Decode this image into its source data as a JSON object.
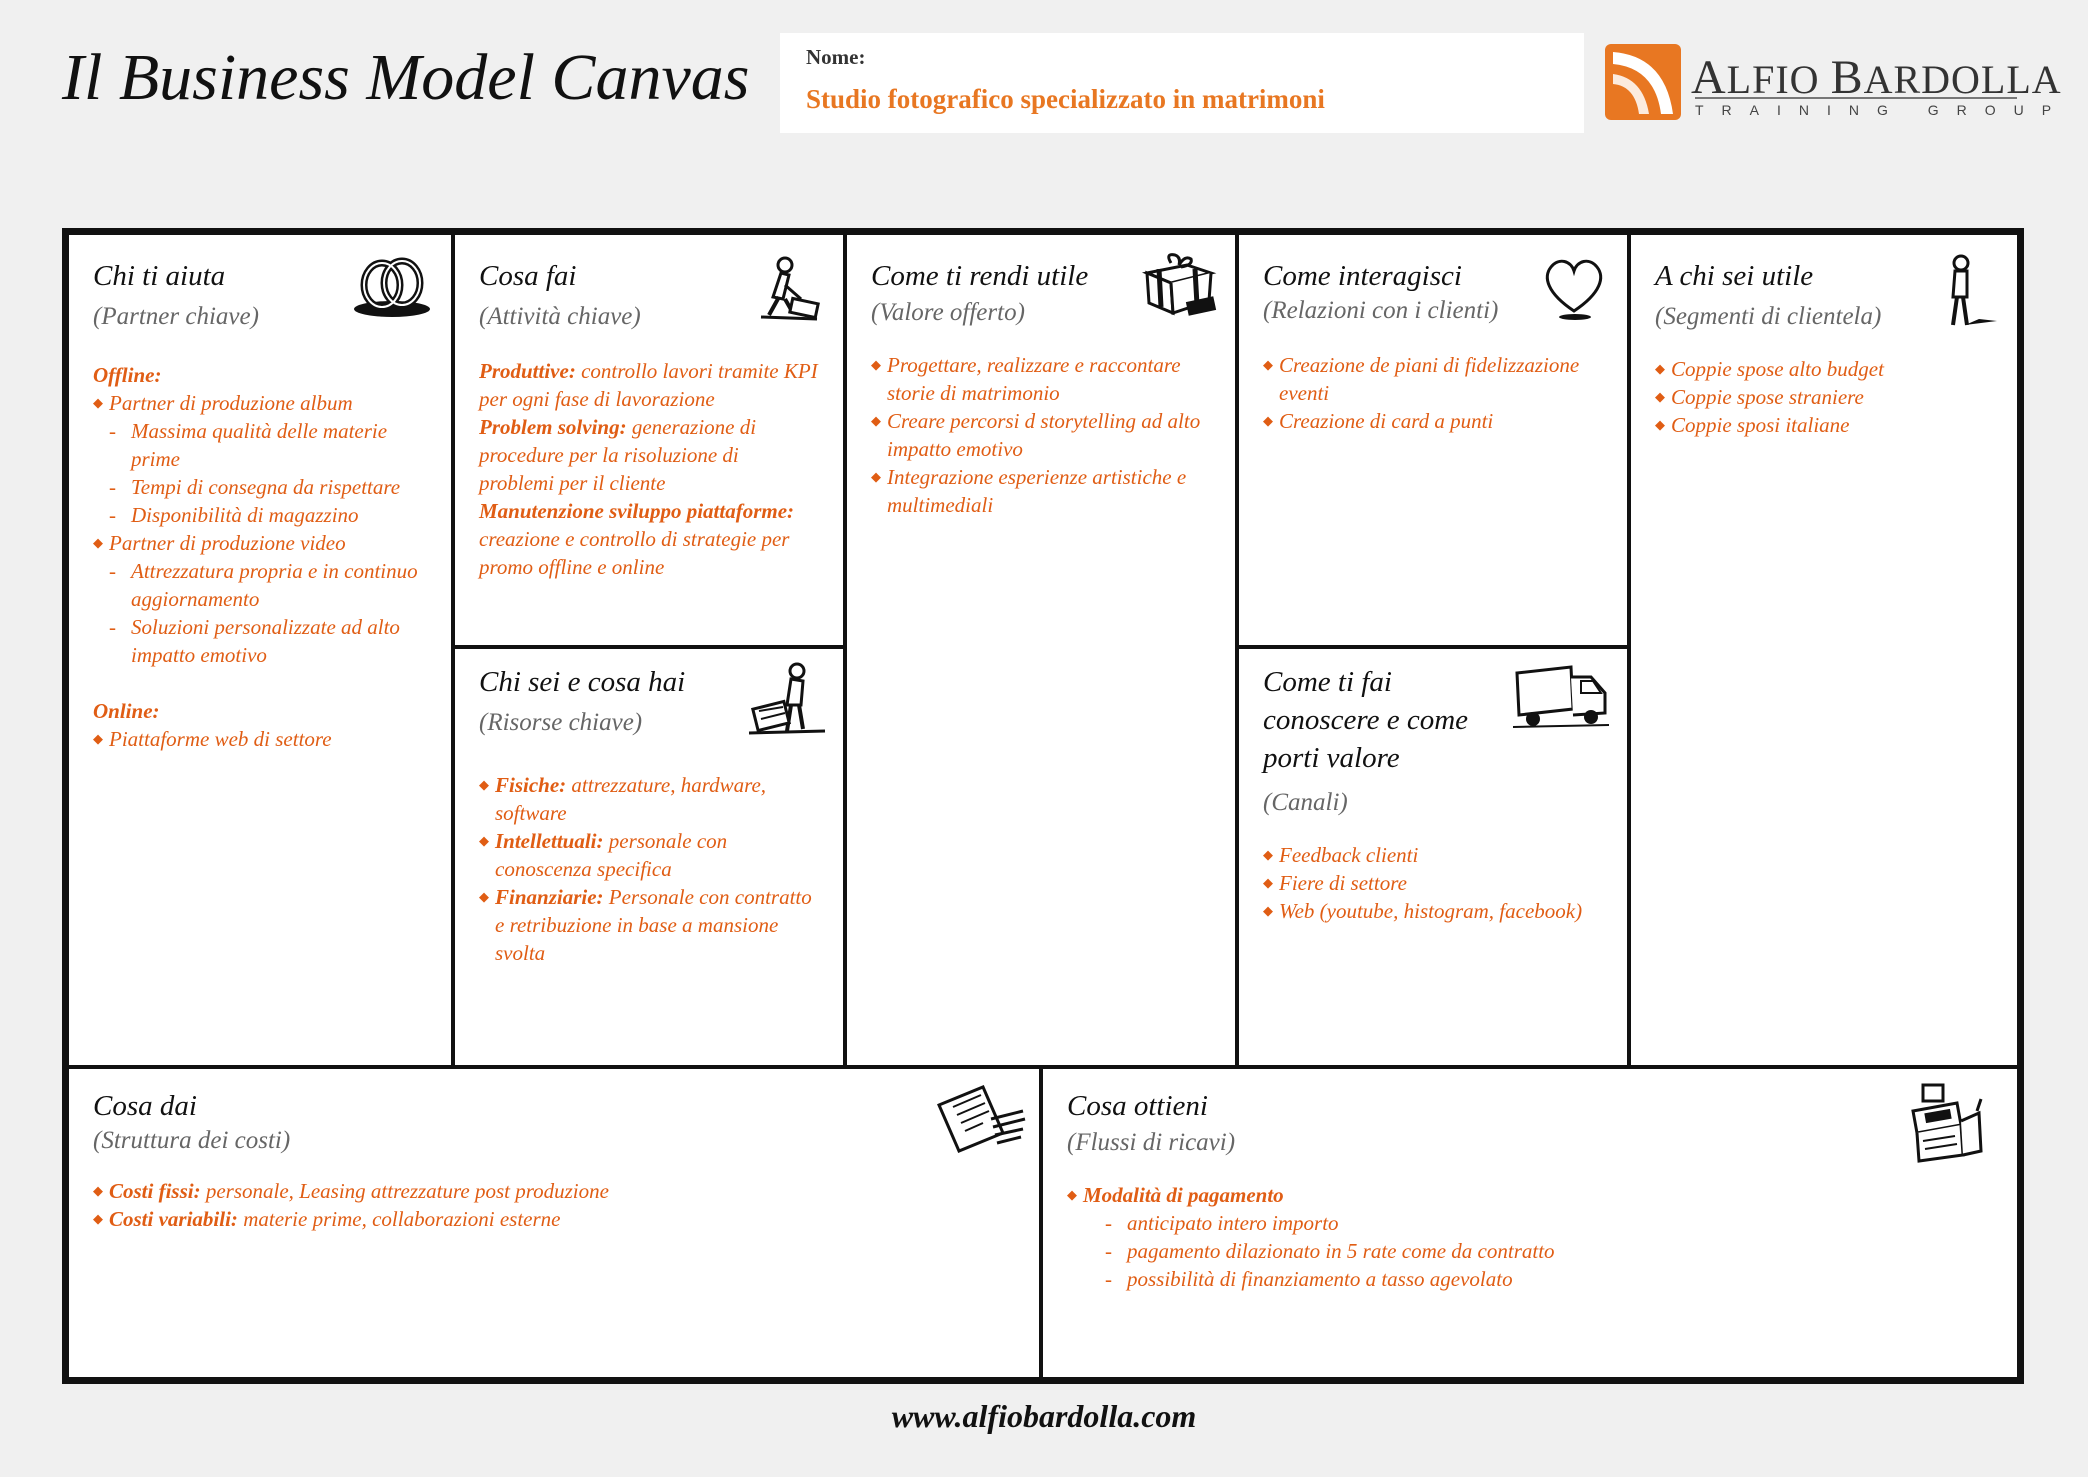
{
  "header": {
    "title": "Il Business Model Canvas",
    "name_label": "Nome:",
    "name_value": "Studio fotografico specializzato in matrimoni",
    "logo_name_first": "A",
    "logo_name_rest1": "LFIO ",
    "logo_name_second": "B",
    "logo_name_rest2": "ARDOLLA",
    "logo_tagline": "TRAINING GROUP"
  },
  "colors": {
    "accent": "#e87722",
    "text": "#e05d14",
    "border": "#111111"
  },
  "partners": {
    "title": "Chi ti aiuta",
    "subtitle": "(Partner chiave)",
    "icon": "rings-icon",
    "offline_label": "Offline:",
    "offline_items": [
      {
        "text": "Partner di produzione album",
        "sub": [
          "Massima qualità delle materie prime",
          "Tempi di consegna da rispettare",
          "Disponibilità di magazzino"
        ]
      },
      {
        "text": "Partner di produzione video",
        "sub": [
          "Attrezzatura propria e in continuo aggiornamento",
          "Soluzioni personalizzate ad alto impatto emotivo"
        ]
      }
    ],
    "online_label": "Online:",
    "online_items": [
      "Piattaforme web di settore"
    ]
  },
  "activities": {
    "title": "Cosa fai",
    "subtitle": "(Attività chiave)",
    "icon": "worker-icon",
    "items": [
      {
        "bold": "Produttive:",
        "text": " controllo lavori tramite KPI per ogni fase di lavorazione"
      },
      {
        "bold": "Problem solving:",
        "text": " generazione di procedure per la risoluzione di problemi per il cliente"
      },
      {
        "bold": "Manutenzione sviluppo piattaforme:",
        "text": " creazione e controllo di strategie per promo offline e online"
      }
    ]
  },
  "resources": {
    "title": "Chi sei e cosa hai",
    "subtitle": "(Risorse chiave)",
    "icon": "person-with-crate-icon",
    "items": [
      {
        "bold": "Fisiche:",
        "text": " attrezzature, hardware, software"
      },
      {
        "bold": "Intellettuali:",
        "text": " personale con conoscenza specifica"
      },
      {
        "bold": "Finanziarie:",
        "text": " Personale con contratto e retribuzione in base a mansione svolta"
      }
    ]
  },
  "value": {
    "title": "Come ti rendi utile",
    "subtitle": "(Valore offerto)",
    "icon": "gift-icon",
    "items": [
      "Progettare, realizzare e raccontare storie di matrimonio",
      "Creare percorsi d storytelling ad alto impatto emotivo",
      "Integrazione esperienze artistiche e multimediali"
    ]
  },
  "relationships": {
    "title": "Come interagisci",
    "subtitle": "(Relazioni con i clienti)",
    "icon": "heart-icon",
    "items": [
      "Creazione de piani di fidelizzazione eventi",
      "Creazione di card a punti"
    ]
  },
  "channels": {
    "title_lines": [
      "Come ti fai",
      "conoscere e come",
      "porti valore"
    ],
    "subtitle": "(Canali)",
    "icon": "truck-icon",
    "items": [
      "Feedback clienti",
      "Fiere di settore",
      "Web (youtube, histogram, facebook)"
    ]
  },
  "segments": {
    "title": "A chi sei utile",
    "subtitle": "(Segmenti di clientela)",
    "icon": "standing-person-icon",
    "items": [
      "Coppie spose alto budget",
      "Coppie spose straniere",
      "Coppie sposi italiane"
    ]
  },
  "costs": {
    "title": "Cosa dai",
    "subtitle": "(Struttura dei costi)",
    "icon": "invoice-icon",
    "items": [
      {
        "bold": "Costi fissi:",
        "text": " personale, Leasing attrezzature post produzione"
      },
      {
        "bold": "Costi variabili:",
        "text": " materie prime, collaborazioni esterne"
      }
    ]
  },
  "revenue": {
    "title": "Cosa ottieni",
    "subtitle": "(Flussi di ricavi)",
    "icon": "cash-register-icon",
    "main_label": "Modalità di pagamento",
    "sub_items": [
      "anticipato intero importo",
      "pagamento dilazionato in 5 rate come da contratto",
      "possibilità di finanziamento a tasso agevolato"
    ]
  },
  "footer": {
    "url": "www.alfiobardolla.com"
  }
}
